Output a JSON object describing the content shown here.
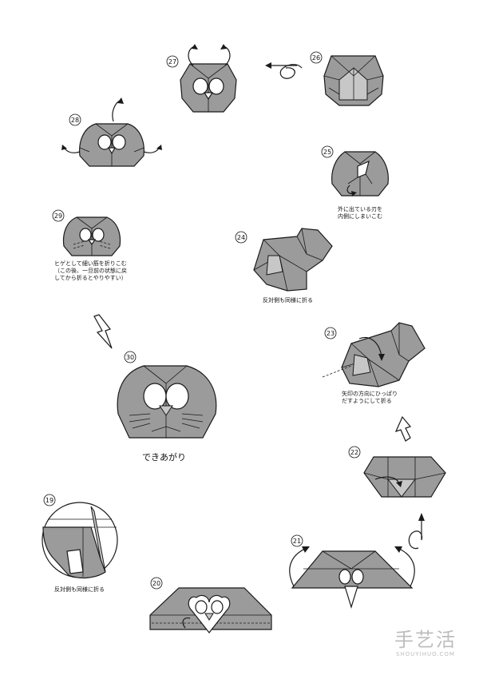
{
  "steps": [
    {
      "number": "19",
      "caption": "反対側も同様に折る"
    },
    {
      "number": "20",
      "caption": ""
    },
    {
      "number": "21",
      "caption": ""
    },
    {
      "number": "22",
      "caption": ""
    },
    {
      "number": "23",
      "caption_lines": [
        "矢印の方向にひっぱり",
        "だすようにして折る"
      ]
    },
    {
      "number": "24",
      "caption": "反対側も同様に折る"
    },
    {
      "number": "25",
      "caption_lines": [
        "外に出ている刃を",
        "内側にしまいこむ"
      ]
    },
    {
      "number": "26",
      "caption": ""
    },
    {
      "number": "27",
      "caption": ""
    },
    {
      "number": "28",
      "caption": ""
    },
    {
      "number": "29",
      "caption_lines": [
        "ヒゲとして細い筋を折りこむ",
        "（この後、一旦前の状態に戻",
        "してから折るとやりやすい）"
      ]
    },
    {
      "number": "30",
      "caption": "できあがり"
    }
  ],
  "watermark": {
    "main": "手艺活",
    "sub": "SHOUYIHUO.COM"
  },
  "colors": {
    "paper_gray": "#9b9b9b",
    "line": "#1a1a1a",
    "background": "#ffffff",
    "watermark": "#bdbdbd"
  }
}
